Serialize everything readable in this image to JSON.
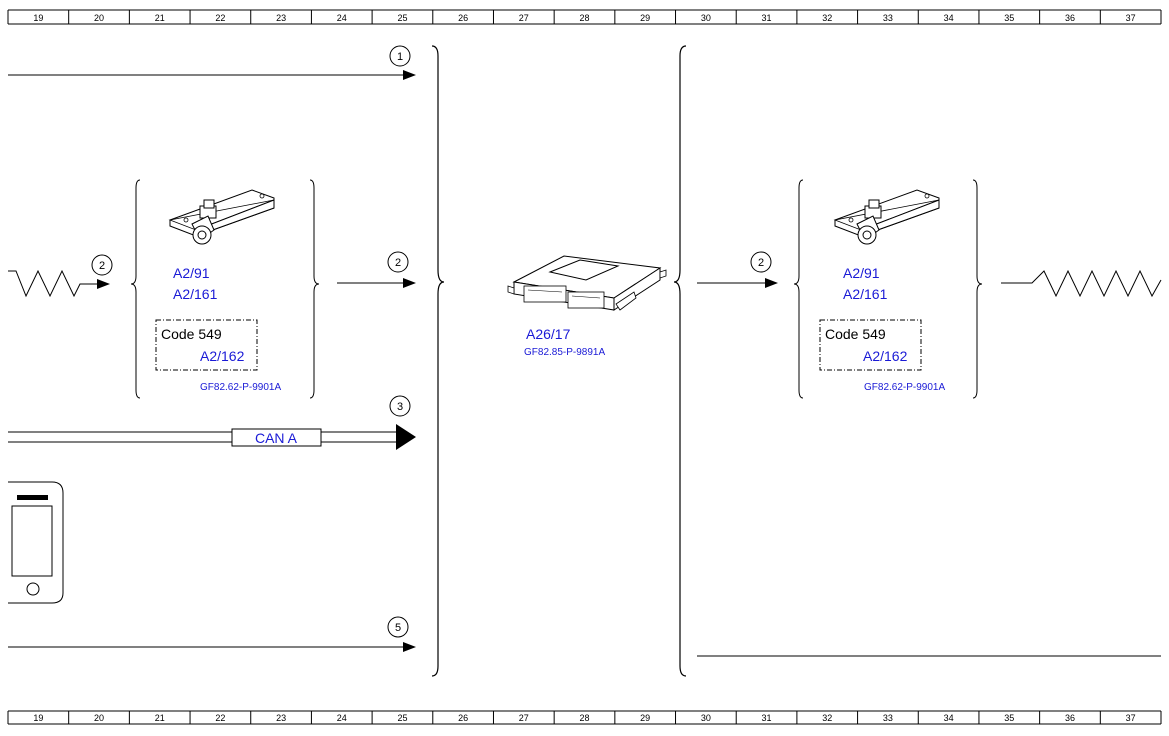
{
  "ruler": {
    "cells": [
      "19",
      "20",
      "21",
      "22",
      "23",
      "24",
      "25",
      "26",
      "27",
      "28",
      "29",
      "30",
      "31",
      "32",
      "33",
      "34",
      "35",
      "36",
      "37"
    ]
  },
  "markers": {
    "m1": "1",
    "m2a": "2",
    "m2b": "2",
    "m2c": "2",
    "m3": "3",
    "m5": "5"
  },
  "left_module": {
    "label1": "A2/91",
    "label2": "A2/161",
    "code_label": "Code 549",
    "code_value": "A2/162",
    "ref": "GF82.62-P-9901A"
  },
  "center_module": {
    "label": "A26/17",
    "ref": "GF82.85-P-9891A"
  },
  "right_module": {
    "label1": "A2/91",
    "label2": "A2/161",
    "code_label": "Code 549",
    "code_value": "A2/162",
    "ref": "GF82.62-P-9901A"
  },
  "bus": {
    "can_label": "CAN A"
  },
  "colors": {
    "line": "#000000",
    "label": "#1a1ad6"
  },
  "icons": {
    "receiver": "antenna-module-icon",
    "control_unit": "control-unit-icon",
    "phone": "mobile-phone-icon"
  }
}
